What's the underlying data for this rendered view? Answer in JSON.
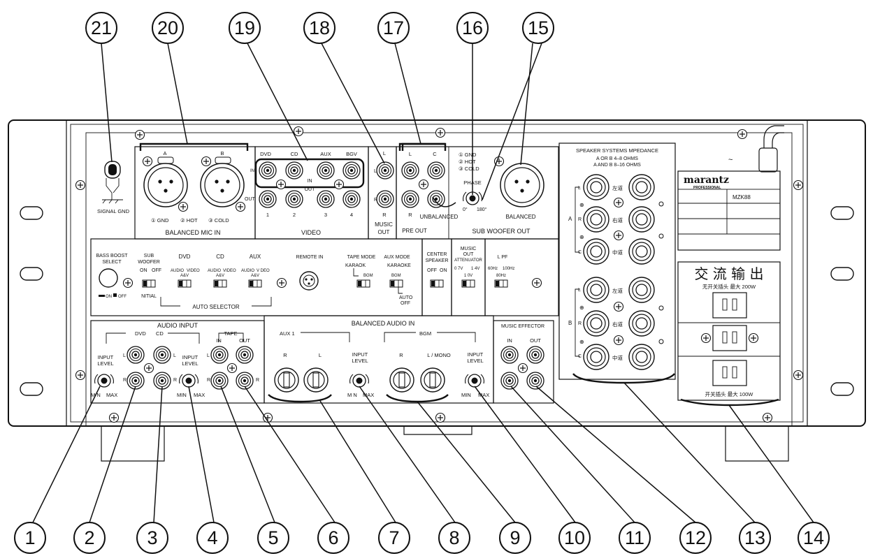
{
  "callouts": [
    "1",
    "2",
    "3",
    "4",
    "5",
    "6",
    "7",
    "8",
    "9",
    "10",
    "11",
    "12",
    "13",
    "14",
    "15",
    "16",
    "17",
    "18",
    "19",
    "20",
    "21"
  ],
  "panel": {
    "signal_gnd": "SIGNAL GND",
    "mic": {
      "a": "A",
      "b": "B",
      "gnd": "① GND",
      "hot": "② HOT",
      "cold": "③ COLD",
      "title": "BALANCED MIC IN"
    },
    "video": {
      "dvd": "DVD",
      "cd": "CD",
      "aux": "AUX",
      "bgv": "BGV",
      "in_small": "IN",
      "in": "IN",
      "out_small": "OUT",
      "out": "OUT",
      "n1": "1",
      "n2": "2",
      "n3": "3",
      "n4": "4",
      "title": "VIDEO"
    },
    "music_out": {
      "l": "L",
      "r": "R",
      "title1": "MUSIC",
      "title2": "OUT"
    },
    "pre_out": {
      "l": "L",
      "c": "C",
      "r": "R",
      "title": "PRE OUT"
    },
    "sub": {
      "gnd": "① GND",
      "hot": "② HOT",
      "cold": "③ COLD",
      "phase": "PHASE",
      "zero": "0°",
      "one80": "180°",
      "unbalanced": "UNBALANCED",
      "balanced": "BALANCED",
      "title": "SUB WOOFER OUT"
    },
    "controls": {
      "bass1": "BASS BOOST",
      "bass2": "SELECT",
      "on": "ON",
      "off": "OFF",
      "sub1": "SUB",
      "sub2": "WOOFER",
      "sub_on": "ON",
      "sub_off": "OFF",
      "initial": "NITIAL",
      "dvd": "DVD",
      "cd": "CD",
      "aux": "AUX",
      "audio1": "AUDIO",
      "video1": "VIDEO",
      "av1": "A&V",
      "audio2": "AUDIO",
      "video2": "VIDEO",
      "av2": "A&V",
      "audio3": "AUDIO",
      "video3": "V DEO",
      "av3": "A&V",
      "auto_selector": "AUTO SELECTOR",
      "remote": "REMOTE IN",
      "tape_mode": "TAPE MODE",
      "karaok": "KARAOK",
      "bgm1": "BGM",
      "aux_mode": "AUX MODE",
      "karaoke": "KARAOKE",
      "bgm2": "BGM",
      "auto": "AUTO",
      "auto_off": "OFF",
      "center1": "CENTER",
      "center2": "SPEAKER",
      "c_off": "OFF",
      "c_on": "ON",
      "music1": "MUSIC",
      "music2": "OUT",
      "atten": "ATTENUATOR",
      "v07": "0 7V",
      "v14": "1 4V",
      "v10": "1 0V",
      "lpf": "L PF",
      "hz60": "60Hz",
      "hz100": "100Hz",
      "hz80": "80Hz"
    },
    "audio_input": {
      "title": "AUDIO INPUT",
      "dvd": "DVD",
      "cd": "CD",
      "tape": "TAPE",
      "tape_in": "IN",
      "tape_out": "OUT",
      "input1": "INPUT",
      "level1": "LEVEL",
      "input2": "INPUT",
      "level2": "LEVEL",
      "min1": "M N",
      "max1": "MAX",
      "min2": "MIN",
      "max2": "MAX",
      "l": "L",
      "r": "R"
    },
    "balanced_audio": {
      "title": "BALANCED AUDIO IN",
      "aux1": "AUX 1",
      "bgm": "BGM",
      "r1": "R",
      "l1": "L",
      "r2": "R",
      "lmono": "L / MONO",
      "input1": "INPUT",
      "level1": "LEVEL",
      "input2": "INPUT",
      "level2": "LEVEL",
      "min1": "M N",
      "max1": "MAX",
      "min2": "MIN",
      "max2": "MAX"
    },
    "music_effector": {
      "title": "MUSIC EFFECTOR",
      "in": "IN",
      "out": "OUT"
    },
    "speakers": {
      "title1": "SPEAKER SYSTEMS  MPEDANCE",
      "title2": "A  OR  B    4–8 OHMS",
      "title3": "A AND B   8–16 OHMS",
      "a": "A",
      "b": "B",
      "l": "L",
      "r": "R",
      "c": "C",
      "zuo": "左道",
      "you": "右道",
      "zhong": "中道",
      "l2": "L",
      "r2": "R",
      "c2": "C",
      "zuo2": "左道",
      "you2": "右道",
      "zhong2": "中道",
      "plus": "⊕"
    },
    "brand": {
      "name": "marantz",
      "sub": "PROFESSIONAL",
      "model": "MZK88"
    },
    "ac": {
      "title": "交 流 输 出",
      "unswitched": "无开关插头   最大  200W",
      "switched": "开关插头    最大  100W"
    }
  }
}
